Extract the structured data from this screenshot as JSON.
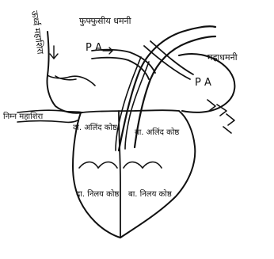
{
  "figure": {
    "labels": {
      "superior_vena_cava": "ऊर्ध्व महाशिरा",
      "pulmonary_artery_top": "फुफ्फुसीय धमनी",
      "pa_left": "P A",
      "aorta": "महाधमनी",
      "pa_right": "P A",
      "inferior_vena_cava": "निम्न महाशिरा",
      "right_atrium": "दा. अलिंद कोष्ठ",
      "left_atrium": "बा. अलिंद कोष्ठ",
      "right_ventricle": "दा. निलय कोष्ठ",
      "left_ventricle": "बा. निलय कोष्ठ"
    }
  },
  "colors": {
    "ink": "#111111",
    "paper": "#ffffff"
  }
}
